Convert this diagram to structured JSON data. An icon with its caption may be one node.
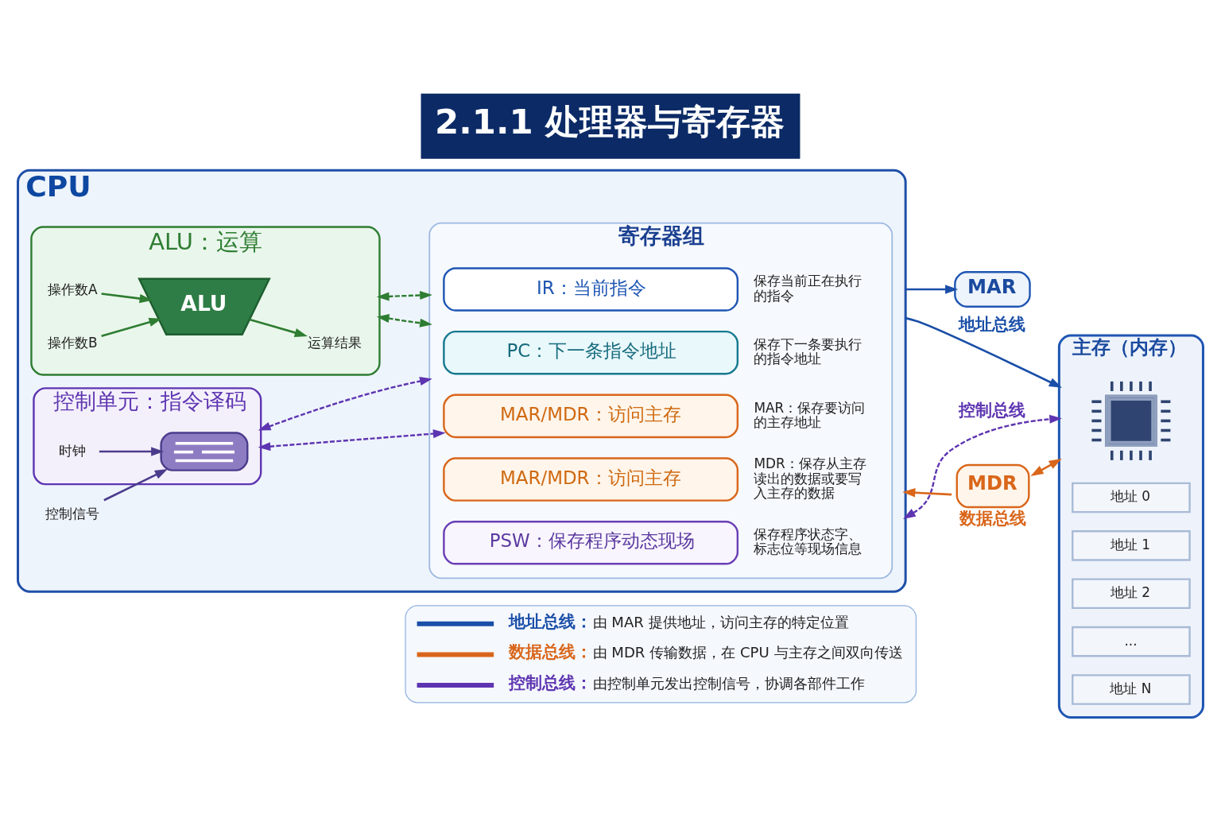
{
  "diagram": {
    "title": "2.1.1 处理器与寄存器",
    "nodes": [
      {
        "text": [
          "CPU"
        ]
      },
      {
        "text": [
          "ALU：运算"
        ],
        "in": 0
      },
      {
        "text": [
          "ALU"
        ],
        "in": 1
      },
      {
        "text": [
          "操作数A"
        ],
        "in": 1
      },
      {
        "text": [
          "操作数B"
        ],
        "in": 1
      },
      {
        "text": [
          "运算结果"
        ],
        "in": 1
      },
      {
        "text": [
          "控制单元：指令译码"
        ],
        "in": 0
      },
      {
        "text": [],
        "shape": "box",
        "in": 6
      },
      {
        "text": [
          "时钟"
        ],
        "in": 6
      },
      {
        "text": [
          "控制信号"
        ],
        "in": 0
      },
      {
        "text": [
          "寄存器组"
        ],
        "in": 0
      },
      {
        "text": [
          "IR：当前指令"
        ],
        "in": 10,
        "beside": [
          "保存当前正在执行的指令"
        ]
      },
      {
        "text": [
          "PC：下一条指令地址"
        ],
        "in": 10,
        "beside": [
          "保存下一条要执行的指令地址"
        ]
      },
      {
        "text": [
          "MAR/MDR：访问主存"
        ],
        "in": 10,
        "beside": [
          "MAR：保存要访问的主存地址"
        ]
      },
      {
        "text": [
          "MAR/MDR：访问主存"
        ],
        "in": 10,
        "beside": [
          "MDR：保存从主存读出的数据或要写入主存的数据"
        ]
      },
      {
        "text": [
          "PSW：保存程序动态现场"
        ],
        "in": 10,
        "beside": [
          "保存程序状态字、标志位等现场信息"
        ]
      },
      {
        "text": [
          "MAR"
        ]
      },
      {
        "text": [
          "主存（内存）"
        ]
      },
      {
        "text": [],
        "shape": "picture",
        "in": 17
      },
      {
        "text": [
          "地址 0"
        ],
        "in": 17
      },
      {
        "text": [
          "地址 1"
        ],
        "in": 17
      },
      {
        "text": [
          "地址 2"
        ],
        "in": 17
      },
      {
        "text": [
          "..."
        ],
        "in": 17
      },
      {
        "text": [
          "地址 N"
        ],
        "in": 17
      },
      {
        "text": [
          "MDR"
        ],
        "beside": [
          "数据总线"
        ]
      }
    ],
    "edges": [
      {
        "from": 1,
        "to": 10,
        "arrow": "both",
        "style": "dashed",
        "color": "#2e7d32"
      },
      {
        "from": 1,
        "to": 10,
        "arrow": "both",
        "style": "dashed",
        "color": "#2e7d32"
      },
      {
        "from": 6,
        "to": 10,
        "arrow": "both",
        "style": "dashed",
        "color": "#5e35b1"
      },
      {
        "from": 6,
        "to": 13,
        "arrow": "both",
        "style": "dashed",
        "color": "#5e35b1"
      },
      {
        "from": 3,
        "to": 2,
        "arrow": "to",
        "color": "#2e7d32"
      },
      {
        "from": 4,
        "to": 2,
        "arrow": "to",
        "color": "#2e7d32"
      },
      {
        "from": 2,
        "to": 5,
        "arrow": "to",
        "color": "#2e7d32"
      },
      {
        "from": 8,
        "to": 7,
        "arrow": "to",
        "color": "#4b3c8c"
      },
      {
        "from": 9,
        "to": 7,
        "arrow": "to",
        "color": "#4b3c8c"
      },
      {
        "from": 0,
        "to": 16,
        "arrow": "to",
        "color": "#1a4fa8"
      },
      {
        "from": 0,
        "to": 17,
        "arrow": "to",
        "color": "#1a4fa8",
        "label": "地址总线"
      },
      {
        "from": 24,
        "to": 0,
        "arrow": "to",
        "color": "#d9661a"
      },
      {
        "from": 24,
        "to": 17,
        "arrow": "both",
        "color": "#d9661a"
      },
      {
        "from": 0,
        "to": 17,
        "arrow": "both",
        "style": "dashed",
        "color": "#5e35b1",
        "label": "控制总线"
      }
    ],
    "legend": [
      {
        "text": "**地址总线：** 由 MAR 提供地址，访问主存的特定位置",
        "color": "#1a4fa8"
      },
      {
        "text": "**数据总线：** 由 MDR 传输数据，在 CPU 与主存之间双向传送",
        "color": "#d9661a"
      },
      {
        "text": "**控制总线：** 由控制单元发出控制信号，协调各部件工作",
        "color": "#5e35b1"
      }
    ]
  }
}
